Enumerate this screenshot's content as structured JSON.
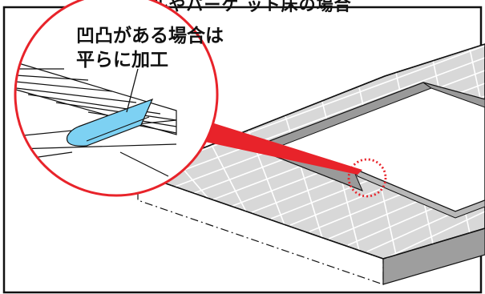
{
  "header": {
    "title": "ールやパーケ ット床の場合"
  },
  "callout": {
    "line1": "凹凸がある場合は",
    "line2": "平らに加工"
  },
  "colors": {
    "red_accent": "#e8232a",
    "highlight_blue": "#7dd1f3",
    "tile_fill": "#d6d6d6",
    "edge_gray": "#a8a8a8"
  }
}
